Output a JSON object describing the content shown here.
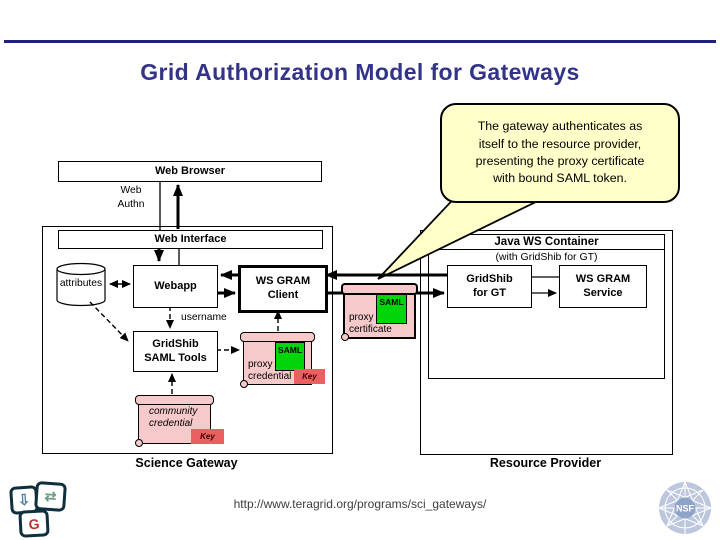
{
  "header": {
    "title": "Grid Authorization Model for Gateways"
  },
  "callout": {
    "text": "The gateway authenticates as\nitself to the resource provider,\npresenting the proxy certificate\nwith bound SAML token."
  },
  "gw": {
    "label": "Science Gateway",
    "browser": "Web Browser",
    "authn": "Web\nAuthn",
    "interface": "Web Interface",
    "attributes": "attributes",
    "webapp": "Webapp",
    "client": "WS GRAM\nClient",
    "username": "username",
    "tools": "GridShib\nSAML Tools",
    "proxy_credential": "proxy\ncredential",
    "community_credential": "community\ncredential"
  },
  "mid": {
    "proxy_certificate": "proxy\ncertificate"
  },
  "rp": {
    "label": "Resource Provider",
    "container_title": "Java WS Container",
    "container_sub": "(with GridShib for GT)",
    "gridshib": "GridShib\nfor GT",
    "service": "WS GRAM\nService"
  },
  "badges": {
    "saml": "SAML",
    "key": "Key"
  },
  "footer": {
    "url": "http://www.teragrid.org/programs/sci_gateways/"
  },
  "logos": {
    "nsf": "NSF",
    "download_glyph": "⇩",
    "transfer_glyph": "⇄",
    "g_glyph": "G"
  },
  "colors": {
    "title_navy": "#333388",
    "rule_navy": "#1f1f7e",
    "callout_yellow": "#ffffc9",
    "scroll_pink": "#f6caca",
    "saml_green": "#00d40a",
    "key_red": "#ea5f5f"
  }
}
